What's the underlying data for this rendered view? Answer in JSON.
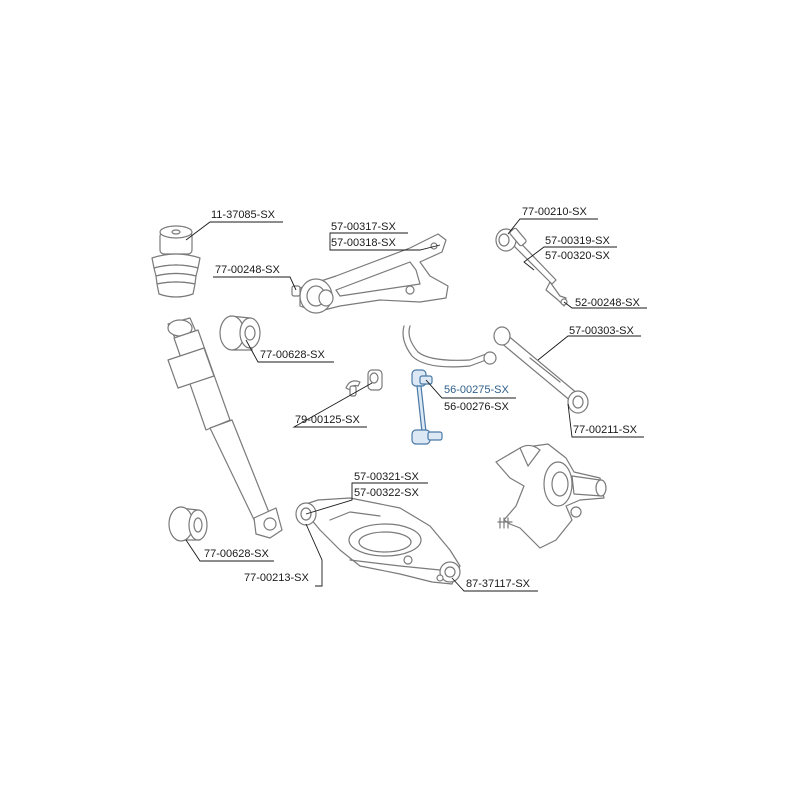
{
  "diagram": {
    "part_labels": {
      "p11_37085": "11-37085-SX",
      "p77_00248": "77-00248-SX",
      "p57_00317": "57-00317-SX",
      "p57_00318": "57-00318-SX",
      "p77_00210": "77-00210-SX",
      "p57_00319": "57-00319-SX",
      "p57_00320": "57-00320-SX",
      "p52_00248": "52-00248-SX",
      "p77_00628_top": "77-00628-SX",
      "p57_00303": "57-00303-SX",
      "p56_00275": "56-00275-SX",
      "p56_00276": "56-00276-SX",
      "p79_00125": "79-00125-SX",
      "p77_00211": "77-00211-SX",
      "p57_00321": "57-00321-SX",
      "p57_00322": "57-00322-SX",
      "p77_00628_bottom": "77-00628-SX",
      "p77_00213": "77-00213-SX",
      "p87_37117": "87-37117-SX"
    },
    "colors": {
      "line": "#1a1a1a",
      "part_outline": "#7a7a7a",
      "part_fill": "#ffffff",
      "highlight": "#2f5f8a",
      "highlight_fill": "#dce9f5"
    }
  }
}
